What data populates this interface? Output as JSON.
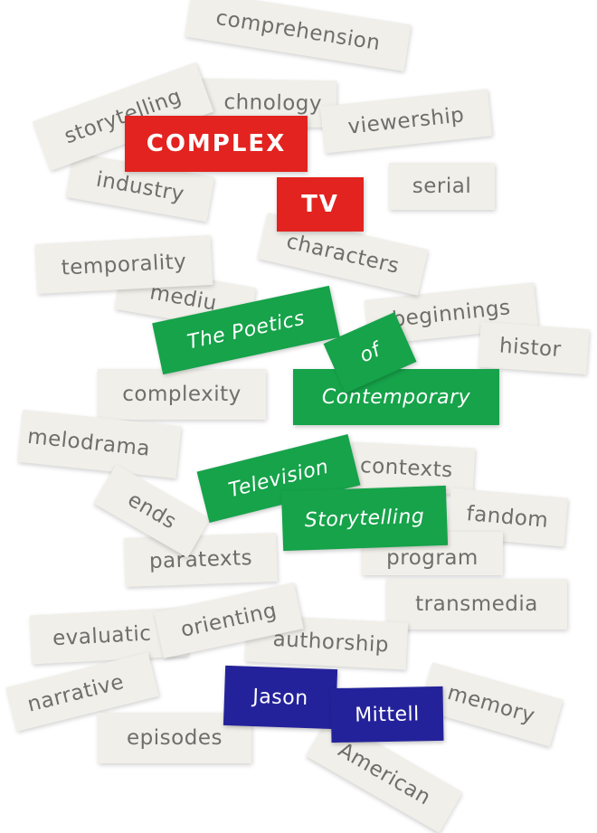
{
  "title": {
    "line1": "COMPLEX",
    "line2": "TV"
  },
  "subtitle": {
    "w1": "The Poetics",
    "w2": "of",
    "w3": "Contemporary",
    "w4": "Television",
    "w5": "Storytelling"
  },
  "author": {
    "first": "Jason",
    "last": "Mittell"
  },
  "words": {
    "comprehension": "comprehension",
    "storytelling": "storytelling",
    "technology": "chnology",
    "viewership": "viewership",
    "industry": "industry",
    "serial": "serial",
    "characters": "characters",
    "temporality": "temporality",
    "medium": "mediu",
    "beginnings": "beginnings",
    "history": "histor",
    "complexity": "complexity",
    "melodrama": "melodrama",
    "ends": "ends",
    "contexts": "contexts",
    "fandom": "fandom",
    "paratexts": "paratexts",
    "program": "program",
    "transmedia": "transmedia",
    "evaluation": "evaluatic",
    "orienting": "orienting",
    "authorship": "authorship",
    "narrative": "narrative",
    "memory": "memory",
    "episodes": "episodes",
    "american": "American"
  },
  "colors": {
    "tile": "#f0efe9",
    "tile_text": "#6f6e6a",
    "red": "#e2231f",
    "green": "#16a34a",
    "blue": "#24229a"
  }
}
